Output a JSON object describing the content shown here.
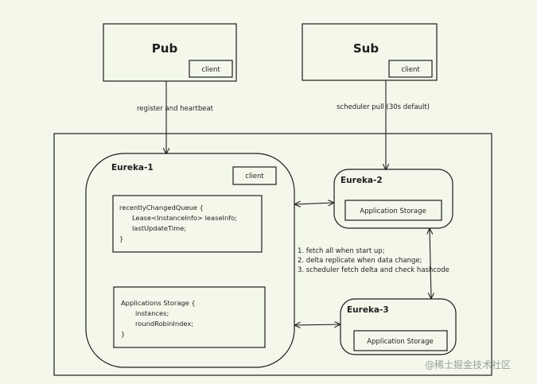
{
  "pub": {
    "title": "Pub",
    "client": "client"
  },
  "sub": {
    "title": "Sub",
    "client": "client"
  },
  "arrows": {
    "register": "register and heartbeat",
    "scheduler_pull": "scheduler pull (30s default)"
  },
  "eureka1": {
    "title": "Eureka-1",
    "client": "client",
    "queue": {
      "line1": "recentlyChangedQueue {",
      "line2": "Lease<InstanceInfo> leaseInfo;",
      "line3": "lastUpdateTime;",
      "line4": "}"
    },
    "storage": {
      "line1": "Applications Storage {",
      "line2": "instances;",
      "line3": "roundRobinIndex;",
      "line4": "}"
    }
  },
  "eureka2": {
    "title": "Eureka-2",
    "storage": "Application Storage"
  },
  "eureka3": {
    "title": "Eureka-3",
    "storage": "Application Storage"
  },
  "notes": {
    "n1": "1. fetch all when start up;",
    "n2": "2. delta replicate when data change;",
    "n3": "3. scheduler fetch delta and check hashcode"
  },
  "watermark": "@稀土掘金技术社区",
  "colors": {
    "background": "#f3f8ea",
    "ink": "#1e1e1e"
  }
}
